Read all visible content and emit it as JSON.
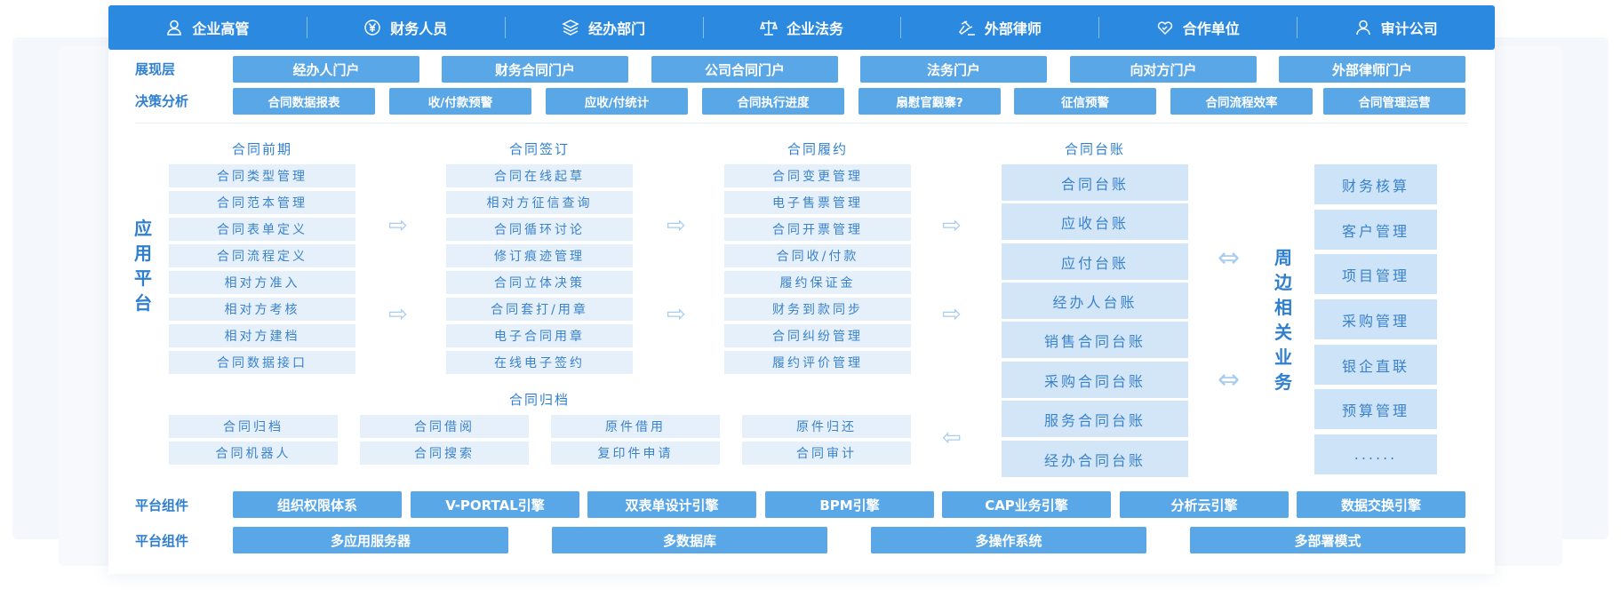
{
  "roles": [
    "企业高管",
    "财务人员",
    "经办部门",
    "企业法务",
    "外部律师",
    "合作单位",
    "审计公司"
  ],
  "display_layer": {
    "label": "展现层",
    "items": [
      "经办人门户",
      "财务合同门户",
      "公司合同门户",
      "法务门户",
      "向对方门户",
      "外部律师门户"
    ]
  },
  "decision": {
    "label": "决策分析",
    "items": [
      "合同数据报表",
      "收/付款预警",
      "应收/付统计",
      "合同执行进度",
      "扇慰官觐寨?",
      "征信预警",
      "合同流程效率",
      "合同管理运营"
    ]
  },
  "app_platform": {
    "label_chars": [
      "应",
      "用",
      "平",
      "台"
    ],
    "pre": {
      "title": "合同前期",
      "items": [
        "合同类型管理",
        "合同范本管理",
        "合同表单定义",
        "合同流程定义",
        "相对方准入",
        "相对方考核",
        "相对方建档",
        "合同数据接口"
      ]
    },
    "sign": {
      "title": "合同签订",
      "items": [
        "合同在线起草",
        "相对方征信查询",
        "合同循环讨论",
        "修订痕迹管理",
        "合同立体决策",
        "合同套打/用章",
        "电子合同用章",
        "在线电子签约"
      ]
    },
    "perform": {
      "title": "合同履约",
      "items": [
        "合同变更管理",
        "电子售票管理",
        "合同开票管理",
        "合同收/付款",
        "履约保证金",
        "财务到款同步",
        "合同纠纷管理",
        "履约评价管理"
      ]
    },
    "ledger": {
      "title": "合同台账",
      "items": [
        "合同台账",
        "应收台账",
        "应付台账",
        "经办人台账",
        "销售合同台账",
        "采购合同台账",
        "服务合同台账",
        "经办合同台账"
      ]
    },
    "archive": {
      "title": "合同归档",
      "row1": [
        "合同归档",
        "合同借阅",
        "原件借用",
        "原件归还"
      ],
      "row2": [
        "合同机器人",
        "合同搜索",
        "复印件申请",
        "合同审计"
      ]
    }
  },
  "peripheral": {
    "label_chars": [
      "周",
      "边",
      "相",
      "关",
      "业",
      "务"
    ],
    "items": [
      "财务核算",
      "客户管理",
      "项目管理",
      "采购管理",
      "银企直联",
      "预算管理",
      "......"
    ]
  },
  "components1": {
    "label": "平台组件",
    "items": [
      "组织权限体系",
      "V-PORTAL引擎",
      "双表单设计引擎",
      "BPM引擎",
      "CAP业务引擎",
      "分析云引擎",
      "数据交换引擎"
    ]
  },
  "components2": {
    "label": "平台组件",
    "items": [
      "多应用服务器",
      "多数据库",
      "多操作系统",
      "多部署模式"
    ]
  },
  "colors": {
    "primary": "#2b8ae0",
    "pill": "#5aa7e8",
    "item_bg": "#e5f0fb",
    "ledger_bg": "#d3e6f8",
    "text": "#2f7fd0"
  }
}
